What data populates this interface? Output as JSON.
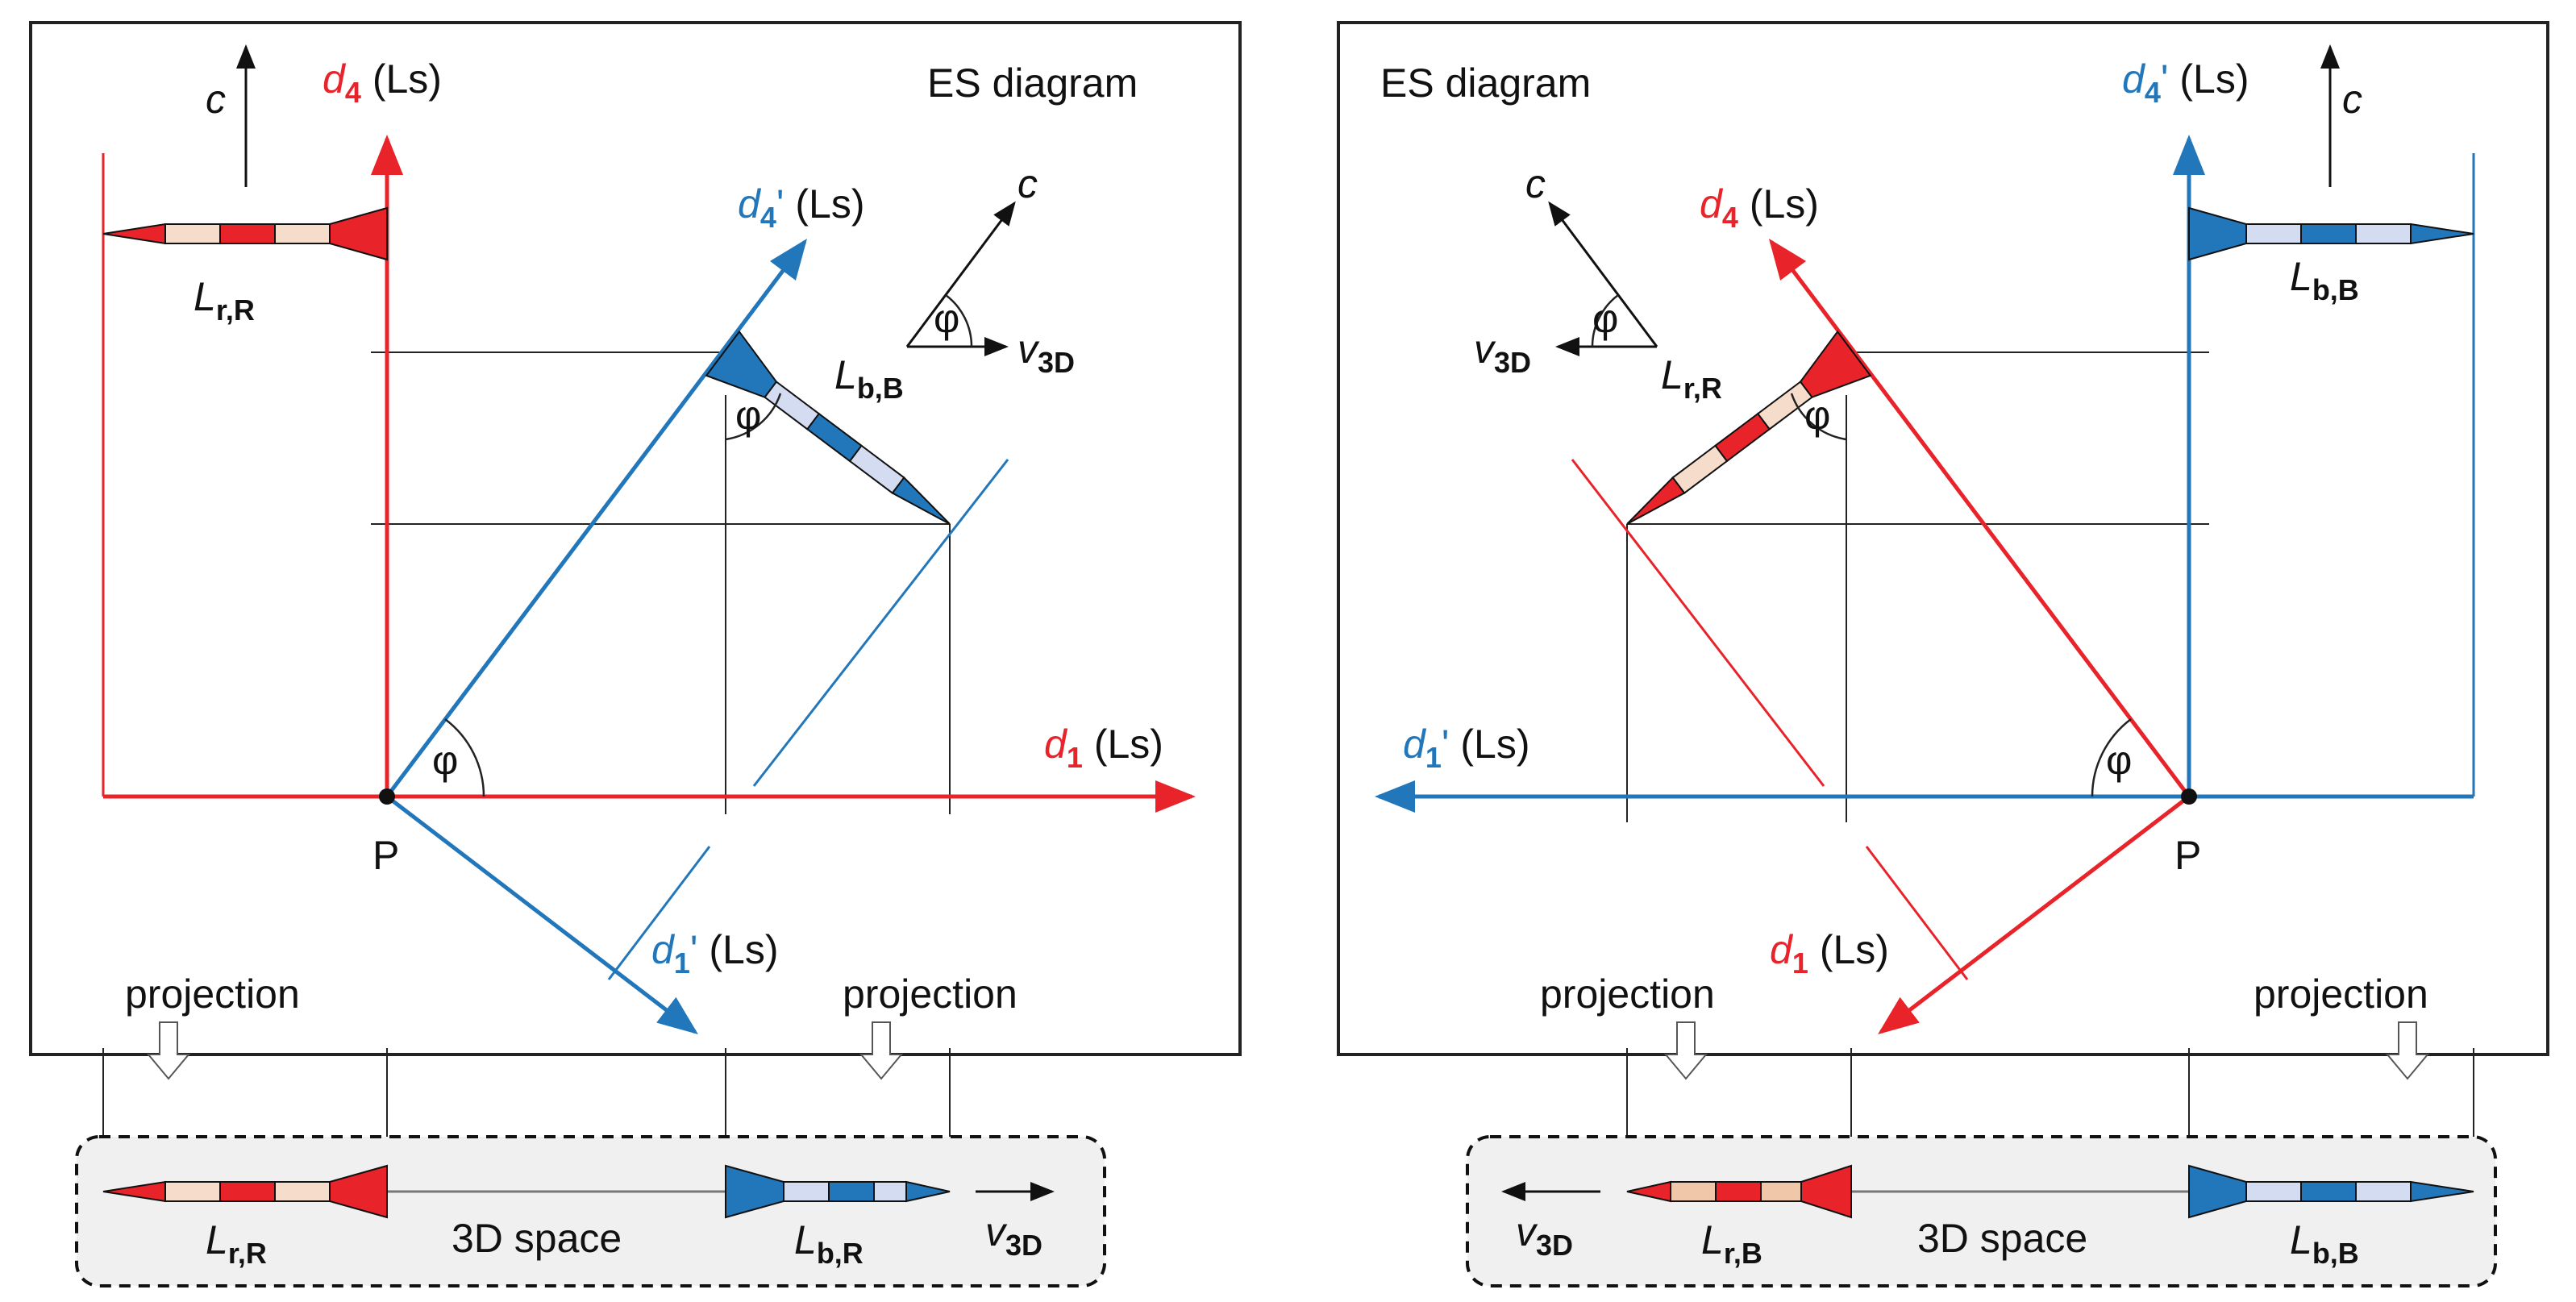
{
  "left": {
    "title": "ES diagram",
    "axis_d4": "d",
    "axis_d4_sub": "4",
    "axis_d4_unit": "(Ls)",
    "axis_d1": "d",
    "axis_d1_sub": "1",
    "axis_d1_unit": "(Ls)",
    "axis_d4p": "d",
    "axis_d4p_sub": "4",
    "axis_d4p_prime": "'",
    "axis_d4p_unit": "(Ls)",
    "axis_d1p": "d",
    "axis_d1p_sub": "1",
    "axis_d1p_prime": "'",
    "axis_d1p_unit": "(Ls)",
    "c": "c",
    "phi": "φ",
    "v": "v",
    "v_sub": "3D",
    "point": "P",
    "rod_red": "L",
    "rod_red_sub": "r,R",
    "rod_blue": "L",
    "rod_blue_sub": "b,B",
    "projection": "projection",
    "space": "3D space",
    "space_red": "L",
    "space_red_sub": "r,R",
    "space_blue": "L",
    "space_blue_sub": "b,R"
  },
  "right": {
    "title": "ES diagram",
    "axis_d4p": "d",
    "axis_d4p_sub": "4",
    "axis_d4p_prime": "'",
    "axis_d4p_unit": "(Ls)",
    "axis_d4": "d",
    "axis_d4_sub": "4",
    "axis_d4_unit": "(Ls)",
    "axis_d1p": "d",
    "axis_d1p_sub": "1",
    "axis_d1p_prime": "'",
    "axis_d1p_unit": "(Ls)",
    "axis_d1": "d",
    "axis_d1_sub": "1",
    "axis_d1_unit": "(Ls)",
    "c": "c",
    "phi": "φ",
    "v": "v",
    "v_sub": "3D",
    "point": "P",
    "rod_red": "L",
    "rod_red_sub": "r,R",
    "rod_blue": "L",
    "rod_blue_sub": "b,B",
    "projection": "projection",
    "space": "3D space",
    "space_red": "L",
    "space_red_sub": "r,B",
    "space_blue": "L",
    "space_blue_sub": "b,B"
  },
  "colors": {
    "red": "#e8232a",
    "blue": "#2277bb",
    "light_red": "#f6dccb",
    "light_blue": "#d3dcf0",
    "box_bg": "#f0f0f0"
  }
}
